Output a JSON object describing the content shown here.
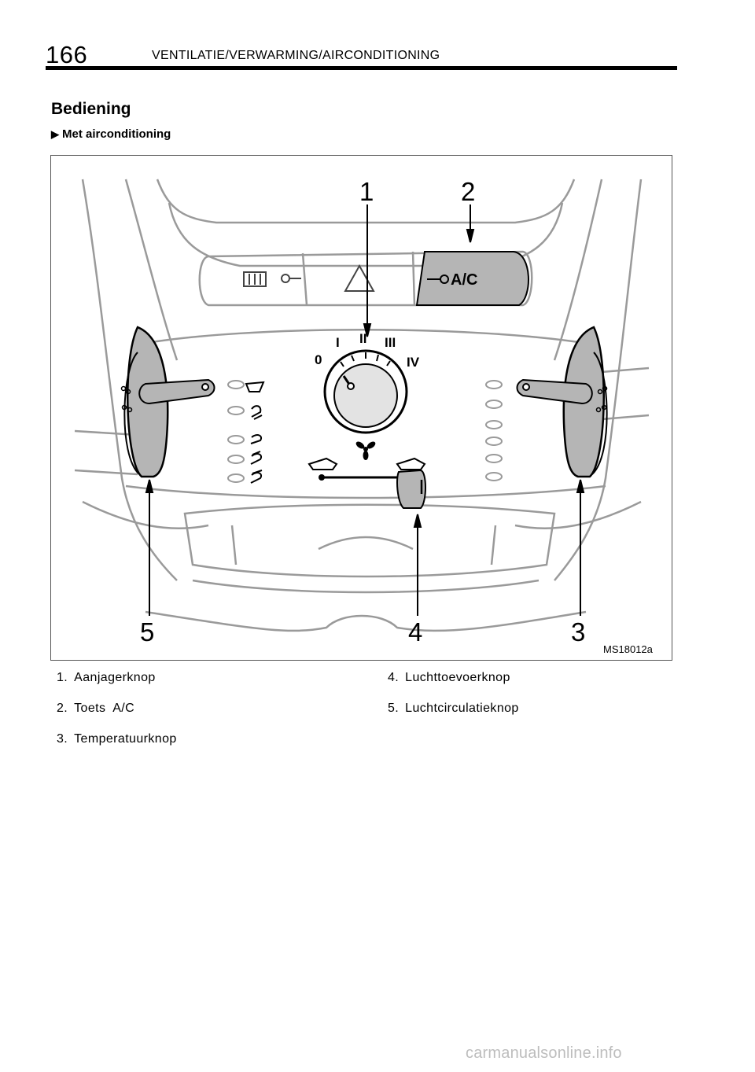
{
  "header": {
    "page_number": "166",
    "chapter_title": "VENTILATIE/VERWARMING/AIRCONDITIONING"
  },
  "section": {
    "title": "Bediening",
    "subtitle": "Met airconditioning"
  },
  "figure": {
    "callouts": [
      "1",
      "2",
      "3",
      "4",
      "5"
    ],
    "ac_button_label": "A/C",
    "fan_speed_marks": [
      "0",
      "I",
      "II",
      "III",
      "IV"
    ],
    "figure_code": "MS18012a"
  },
  "legend": [
    {
      "number": "1.",
      "label": "Aanjagerknop"
    },
    {
      "number": "2.",
      "label": "Toets  A/C"
    },
    {
      "number": "3.",
      "label": "Temperatuurknop"
    },
    {
      "number": "4.",
      "label": "Luchttoevoerknop"
    },
    {
      "number": "5.",
      "label": "Luchtcirculatieknop"
    }
  ],
  "watermark": "carmanualsonline.info"
}
